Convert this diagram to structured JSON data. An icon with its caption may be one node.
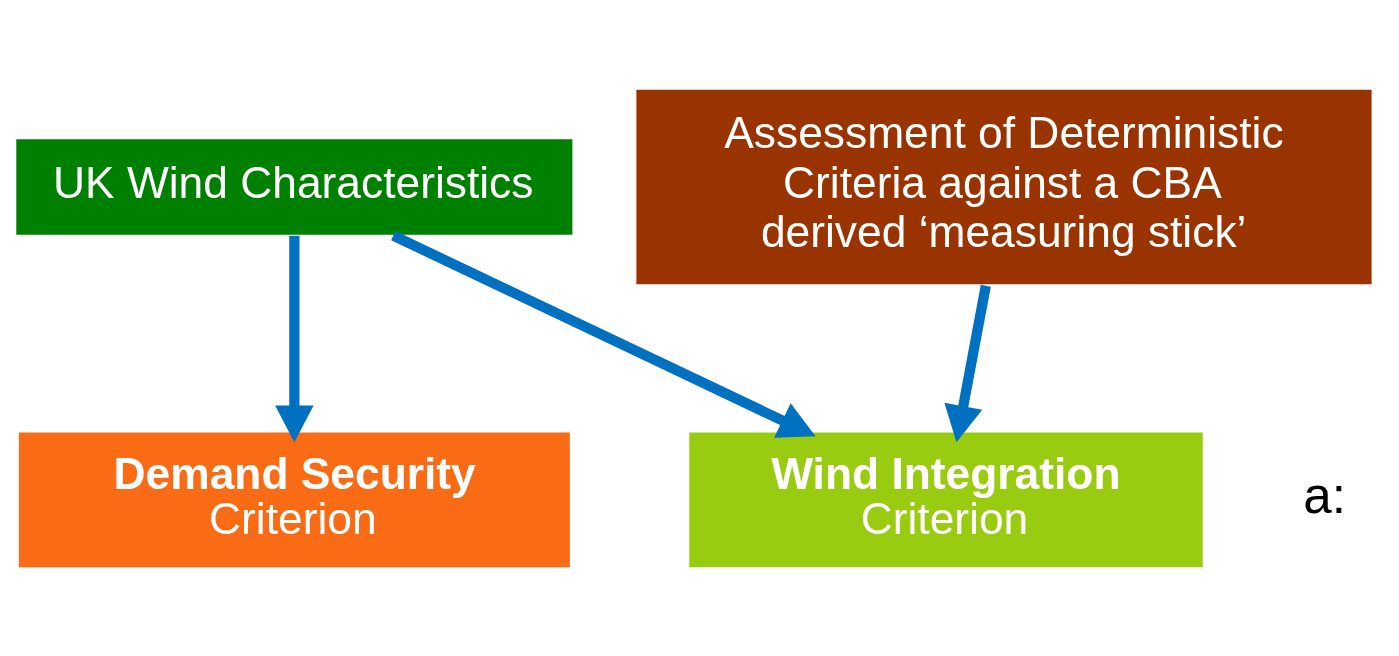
{
  "diagram": {
    "nodes": [
      {
        "text": [
          "UK Wind Characteristics"
        ]
      },
      {
        "text": [
          "Assessment of Deterministic Criteria against a CBA derived ‘measuring stick’"
        ]
      },
      {
        "text": [
          "Demand Security",
          "Criterion"
        ]
      },
      {
        "text": [
          "Wind Integration",
          "Criterion"
        ]
      }
    ],
    "edges": [
      {
        "from": 0,
        "to": 2,
        "arrow": "to"
      },
      {
        "from": 0,
        "to": 3,
        "arrow": "to"
      },
      {
        "from": 1,
        "to": 3,
        "arrow": "to"
      }
    ],
    "labels": [
      "a:"
    ]
  }
}
